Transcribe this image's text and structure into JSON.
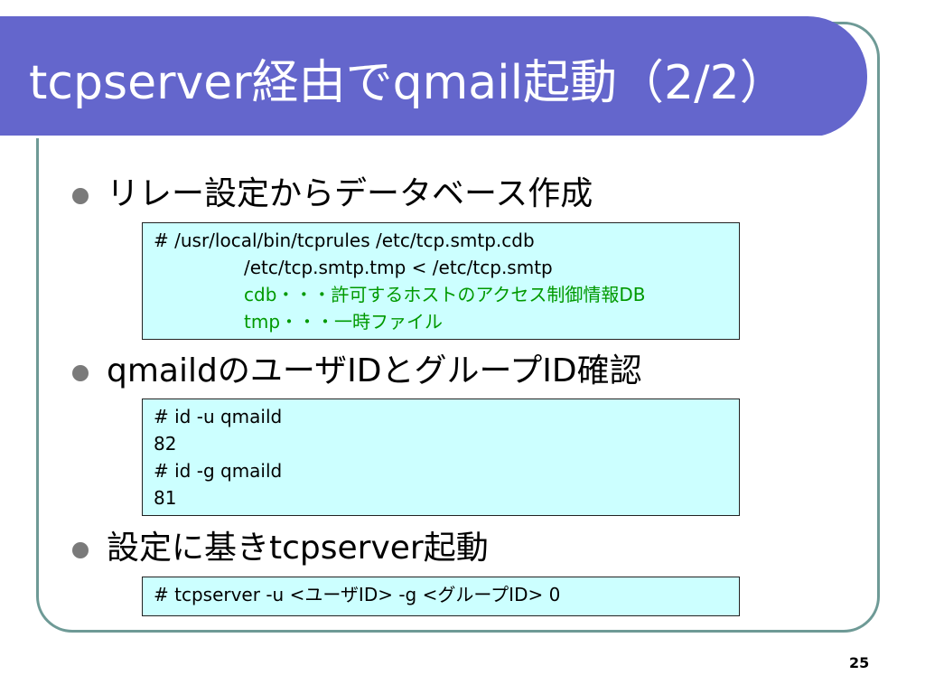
{
  "slide": {
    "title": "tcpserver経由でqmail起動（2/2）",
    "page_number": "25"
  },
  "sections": [
    {
      "bullet": "リレー設定からデータベース作成",
      "code": [
        "# /usr/local/bin/tcprules /etc/tcp.smtp.cdb",
        "/etc/tcp.smtp.tmp < /etc/tcp.smtp",
        "cdb・・・許可するホストのアクセス制御情報DB",
        "tmp・・・一時ファイル"
      ]
    },
    {
      "bullet": "qmaildのユーザIDとグループID確認",
      "code": [
        "# id -u qmaild",
        "82",
        "# id -g qmaild",
        "81"
      ]
    },
    {
      "bullet": "設定に基きtcpserver起動",
      "code": [
        "# tcpserver -u <ユーザID> -g <グループID> 0"
      ]
    }
  ],
  "colors": {
    "title_bar": "#6466cc",
    "code_background": "#ccffff",
    "comment_text": "#009900",
    "frame_border": "#6e9a96"
  }
}
